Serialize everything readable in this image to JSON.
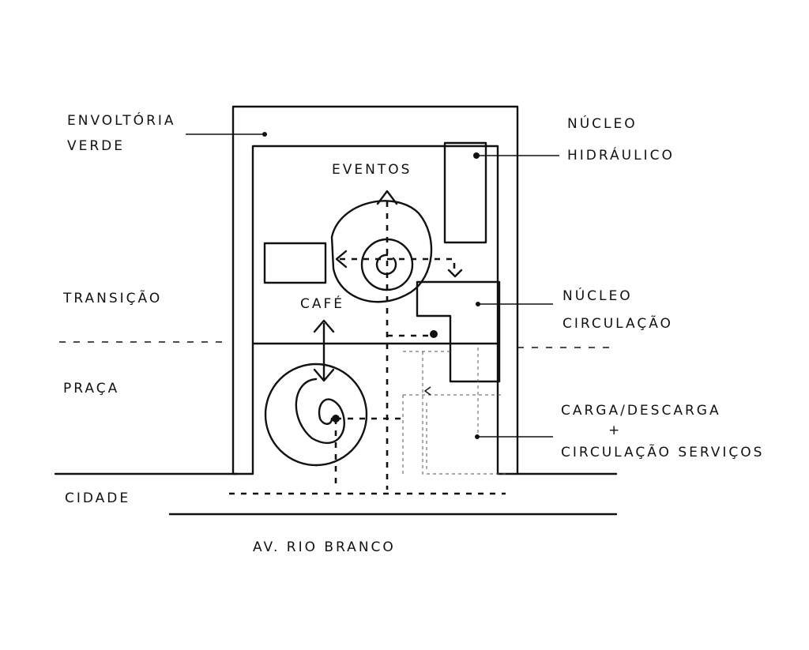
{
  "diagram": {
    "labels": {
      "green_envelope_1": "ENVOLTÓRIA",
      "green_envelope_2": "VERDE",
      "hydraulic_core_1": "NÚCLEO",
      "hydraulic_core_2": "HIDRÁULICO",
      "events": "EVENTOS",
      "cafe": "CAFÉ",
      "transition": "TRANSIÇÃO",
      "circulation_core_1": "NÚCLEO",
      "circulation_core_2": "CIRCULAÇÃO",
      "square": "PRAÇA",
      "service_1": "CARGA/DESCARGA",
      "service_plus": "+",
      "service_2": "CIRCULAÇÃO SERVIÇOS",
      "city": "CIDADE",
      "street": "AV. RIO BRANCO"
    },
    "ink_color": "#111111"
  }
}
